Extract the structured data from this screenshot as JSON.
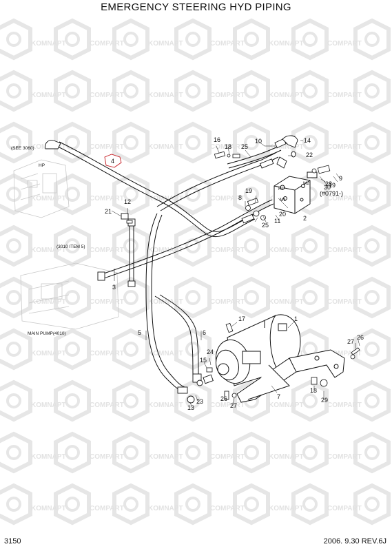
{
  "title": "EMERGENCY STEERING HYD PIPING",
  "page_number": "3150",
  "revision": "2006. 9.30  REV.6J",
  "watermark": {
    "left": "KOMNAPT",
    "right": "COMPART"
  },
  "notes": {
    "see_3060": "(SEE 3060)",
    "item_3010": "(3010 ITEM 5)",
    "main_pump": "MAIN PUMP(4010)",
    "serial": "(#0791-)",
    "port_p": "HP",
    "port_m1": "M1",
    "port_m2": "M2"
  },
  "callouts": [
    "1",
    "2",
    "3",
    "4",
    "5",
    "6",
    "7",
    "8",
    "9",
    "10",
    "11",
    "12",
    "13",
    "14",
    "15",
    "16",
    "17",
    "18",
    "18",
    "19",
    "19",
    "20",
    "21",
    "22",
    "23",
    "24",
    "25",
    "25",
    "26",
    "26",
    "27",
    "27",
    "28",
    "29",
    "30"
  ]
}
